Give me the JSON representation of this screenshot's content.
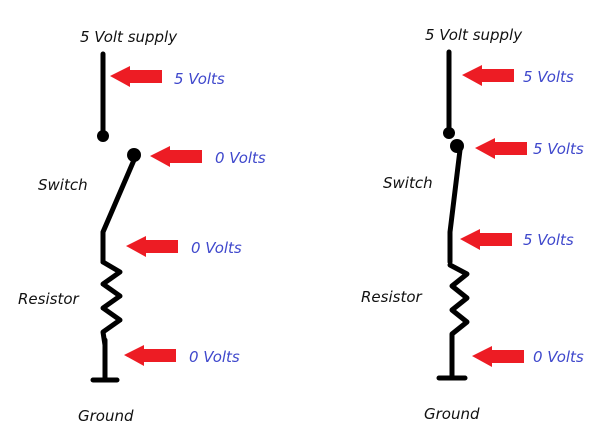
{
  "colors": {
    "wire": "#000000",
    "arrow": "#ED1C24",
    "voltage_text": "#3F48CC",
    "label_text": "#111111"
  },
  "circuits": [
    {
      "state": "switch-open",
      "labels": {
        "supply": "5 Volt supply",
        "switch": "Switch",
        "resistor": "Resistor",
        "ground": "Ground"
      },
      "readings": [
        {
          "point": "supply-wire",
          "text": "5 Volts"
        },
        {
          "point": "switch-contact",
          "text": "0 Volts"
        },
        {
          "point": "resistor-top",
          "text": "0 Volts"
        },
        {
          "point": "resistor-bottom",
          "text": "0 Volts"
        }
      ]
    },
    {
      "state": "switch-closed",
      "labels": {
        "supply": "5 Volt supply",
        "switch": "Switch",
        "resistor": "Resistor",
        "ground": "Ground"
      },
      "readings": [
        {
          "point": "supply-wire",
          "text": "5 Volts"
        },
        {
          "point": "switch-contact",
          "text": "5 Volts"
        },
        {
          "point": "resistor-top",
          "text": "5 Volts"
        },
        {
          "point": "resistor-bottom",
          "text": "0 Volts"
        }
      ]
    }
  ]
}
